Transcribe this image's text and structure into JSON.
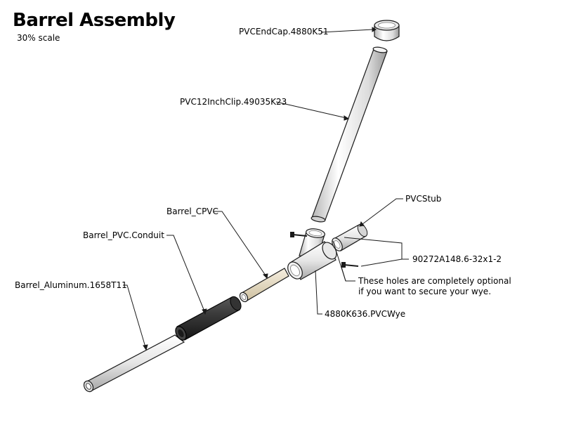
{
  "title": "Barrel Assembly",
  "scale_note": "30% scale",
  "labels": {
    "end_cap": "PVCEndCap.4880K51",
    "clip": "PVC12InchClip.49035K23",
    "stub": "PVCStub",
    "cpvc": "Barrel_CPVC",
    "conduit": "Barrel_PVC.Conduit",
    "screw": "90272A148.6-32x1-2",
    "note_line1": "These holes are completely optional",
    "note_line2": "if you want to secure your wye.",
    "wye": "4880K636.PVCWye",
    "aluminum": "Barrel_Aluminum.1658T11"
  },
  "colors": {
    "pvc_light": "#f2f2f2",
    "pvc_shade": "#b8b8b8",
    "cpvc": "#e6dcc3",
    "conduit": "#2e2e2e",
    "outline": "#1a1a1a"
  }
}
